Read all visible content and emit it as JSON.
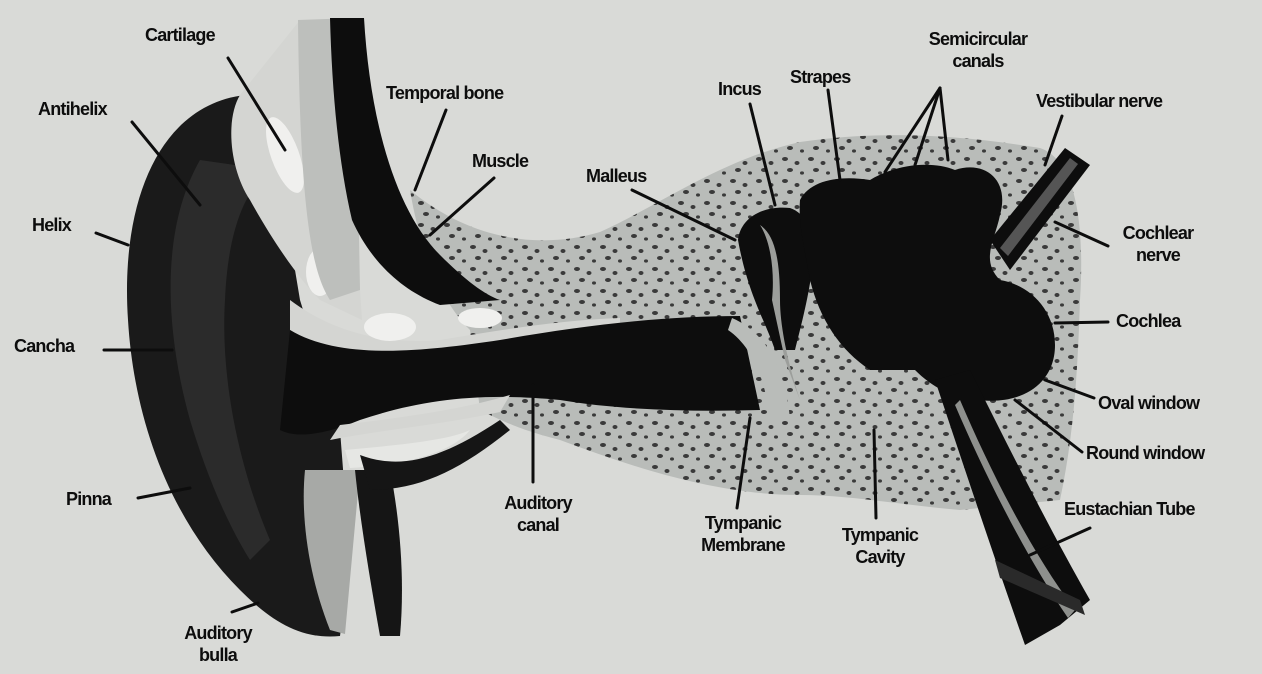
{
  "labels": {
    "cartilage": "Cartilage",
    "antihelix": "Antihelix",
    "helix": "Helix",
    "cancha": "Cancha",
    "pinna": "Pinna",
    "auditory_bulla_1": "Auditory",
    "auditory_bulla_2": "bulla",
    "temporal_bone": "Temporal bone",
    "muscle": "Muscle",
    "malleus": "Malleus",
    "incus": "Incus",
    "strapes": "Strapes",
    "semicircular_1": "Semicircular",
    "semicircular_2": "canals",
    "vestibular_nerve": "Vestibular nerve",
    "cochlear_nerve_1": "Cochlear",
    "cochlear_nerve_2": "nerve",
    "cochlea": "Cochlea",
    "oval_window": "Oval window",
    "round_window": "Round window",
    "eustachian_tube": "Eustachian Tube",
    "auditory_canal_1": "Auditory",
    "auditory_canal_2": "canal",
    "tympanic_membrane_1": "Tympanic",
    "tympanic_membrane_2": "Membrane",
    "tympanic_cavity_1": "Tympanic",
    "tympanic_cavity_2": "Cavity"
  },
  "colors": {
    "background": "#d9dad7",
    "ink": "#0d0d0d",
    "bone": "#b9bcb9",
    "cartilage": "#e6e7e4"
  }
}
